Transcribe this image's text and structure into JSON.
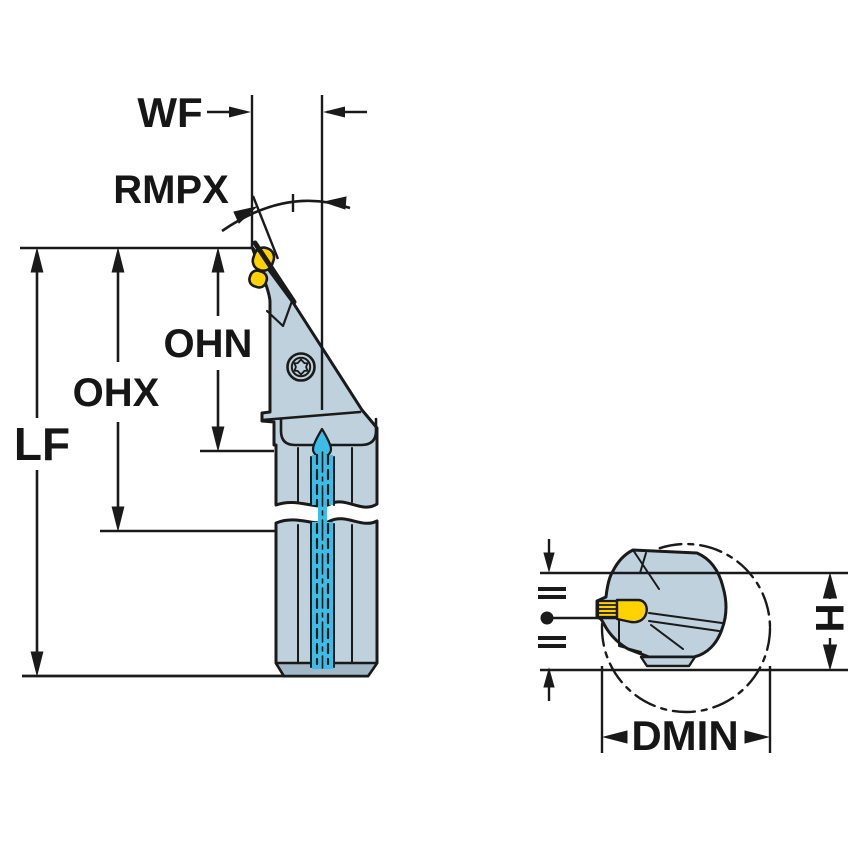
{
  "diagram": {
    "title": "tool-holder-dimension-drawing",
    "views": {
      "main_view": "side-view-with-overhang-dimensions",
      "end_view": "end-view-in-minimum-bore"
    },
    "labels": {
      "wf": "WF",
      "rmpx": "RMPX",
      "ohn": "OHN",
      "ohx": "OHX",
      "lf": "LF",
      "h": "H",
      "dmin": "DMIN"
    },
    "colors": {
      "background": "#ffffff",
      "body_fill": "#bed1dc",
      "body_shadow": "#a3b8c6",
      "insert_yellow": "#ffd200",
      "coolant_cyan": "#3bbde7",
      "line_black": "#1a1a1a"
    }
  }
}
